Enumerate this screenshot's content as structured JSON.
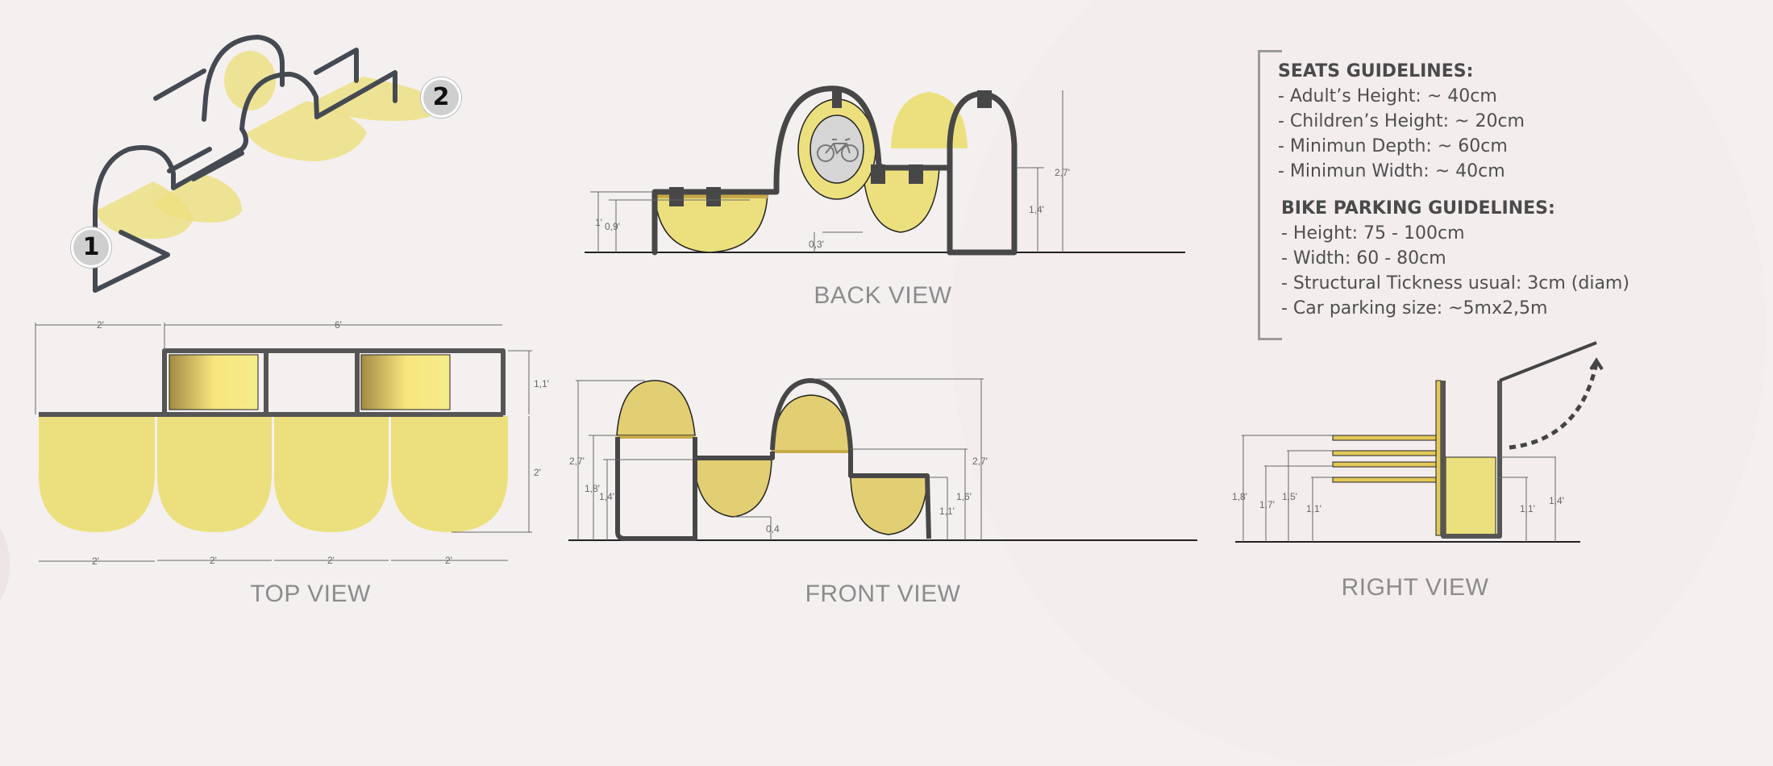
{
  "colors": {
    "background": "#f4f0f0",
    "seat_yellow": "#ece07e",
    "frame_gray": "#4a4a4a",
    "label_gray": "#8c8c8c",
    "text_dark": "#4a4a4a"
  },
  "isometric": {
    "badges": [
      "1",
      "2"
    ]
  },
  "guidelines": {
    "seats": {
      "heading": "SEATS GUIDELINES:",
      "items": [
        "- Adult’s Height: ~ 40cm",
        "- Children’s Height: ~ 20cm",
        "- Minimun Depth: ~ 60cm",
        "- Minimun Width: ~ 40cm"
      ]
    },
    "bike_parking": {
      "heading": "BIKE PARKING GUIDELINES:",
      "items": [
        "- Height: 75 - 100cm",
        "- Width: 60 - 80cm",
        "- Structural Tickness usual: 3cm (diam)",
        "- Car parking size: ~5mx2,5m"
      ]
    }
  },
  "views": {
    "back": {
      "label": "BACK VIEW",
      "icon": "bicycle-icon",
      "dimensions": {
        "left_total": "1'",
        "left_seat": "0,9'",
        "mid_gap": "0,3'",
        "right_seat": "1,4'",
        "overall": "2,7'"
      }
    },
    "top": {
      "label": "TOP VIEW",
      "dimensions": {
        "top_left": "2'",
        "top_right": "6'",
        "depth_back": "1,1'",
        "depth_seat": "2'",
        "bottom": [
          "2'",
          "2'",
          "2'",
          "2'"
        ]
      }
    },
    "front": {
      "label": "FRONT VIEW",
      "dimensions": {
        "left_overall": "2,7'",
        "left_mid": "1,8'",
        "left_seat": "1,4'",
        "gap": "0,4",
        "right_seat": "1,1'",
        "right_mid": "1,6'",
        "right_overall": "2,7'"
      }
    },
    "right": {
      "label": "RIGHT VIEW",
      "dimensions": {
        "left": [
          "1,8'",
          "1,7'",
          "1,5'",
          "1,1'"
        ],
        "right": [
          "1,1'",
          "1,4'"
        ]
      }
    }
  }
}
